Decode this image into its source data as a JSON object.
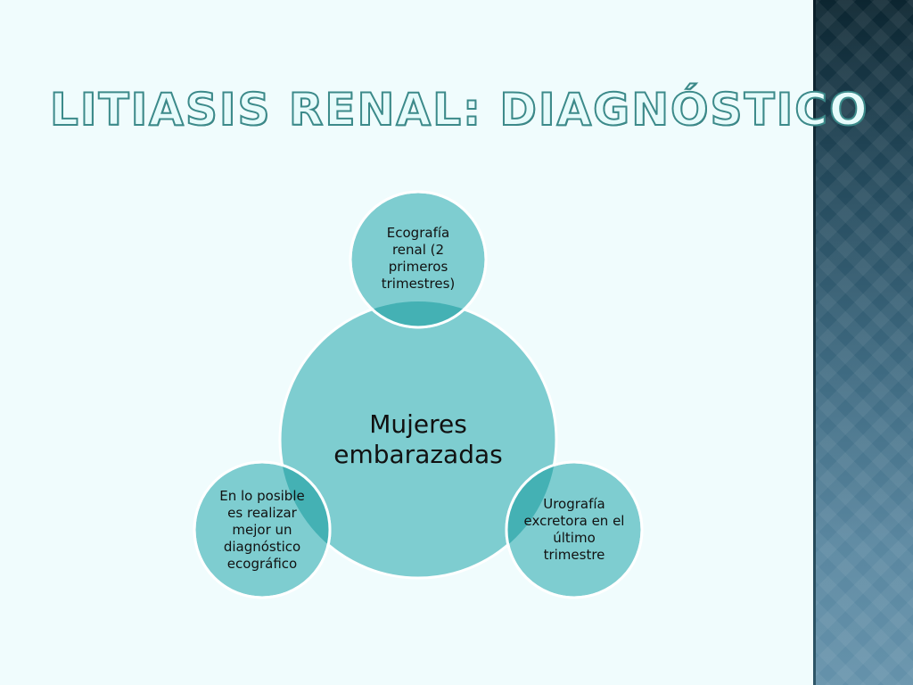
{
  "slide": {
    "title": "Litiasis renal: Diagnóstico"
  },
  "diagram": {
    "center": "Mujeres embarazadas",
    "satellites": [
      {
        "position": "top",
        "text": "Ecografía renal (2 primeros trimestres)"
      },
      {
        "position": "right",
        "text": "Urografía excretora en el último trimestre"
      },
      {
        "position": "left",
        "text": "En lo posible es realizar mejor un diagnóstico ecográfico"
      }
    ]
  },
  "colors": {
    "circle_fill": "#7ecdd0",
    "overlap_fill": "#44b1b4",
    "circle_border": "#ffffff",
    "title_text": "#e6fbfb",
    "title_outline": "#3c8a8a"
  }
}
